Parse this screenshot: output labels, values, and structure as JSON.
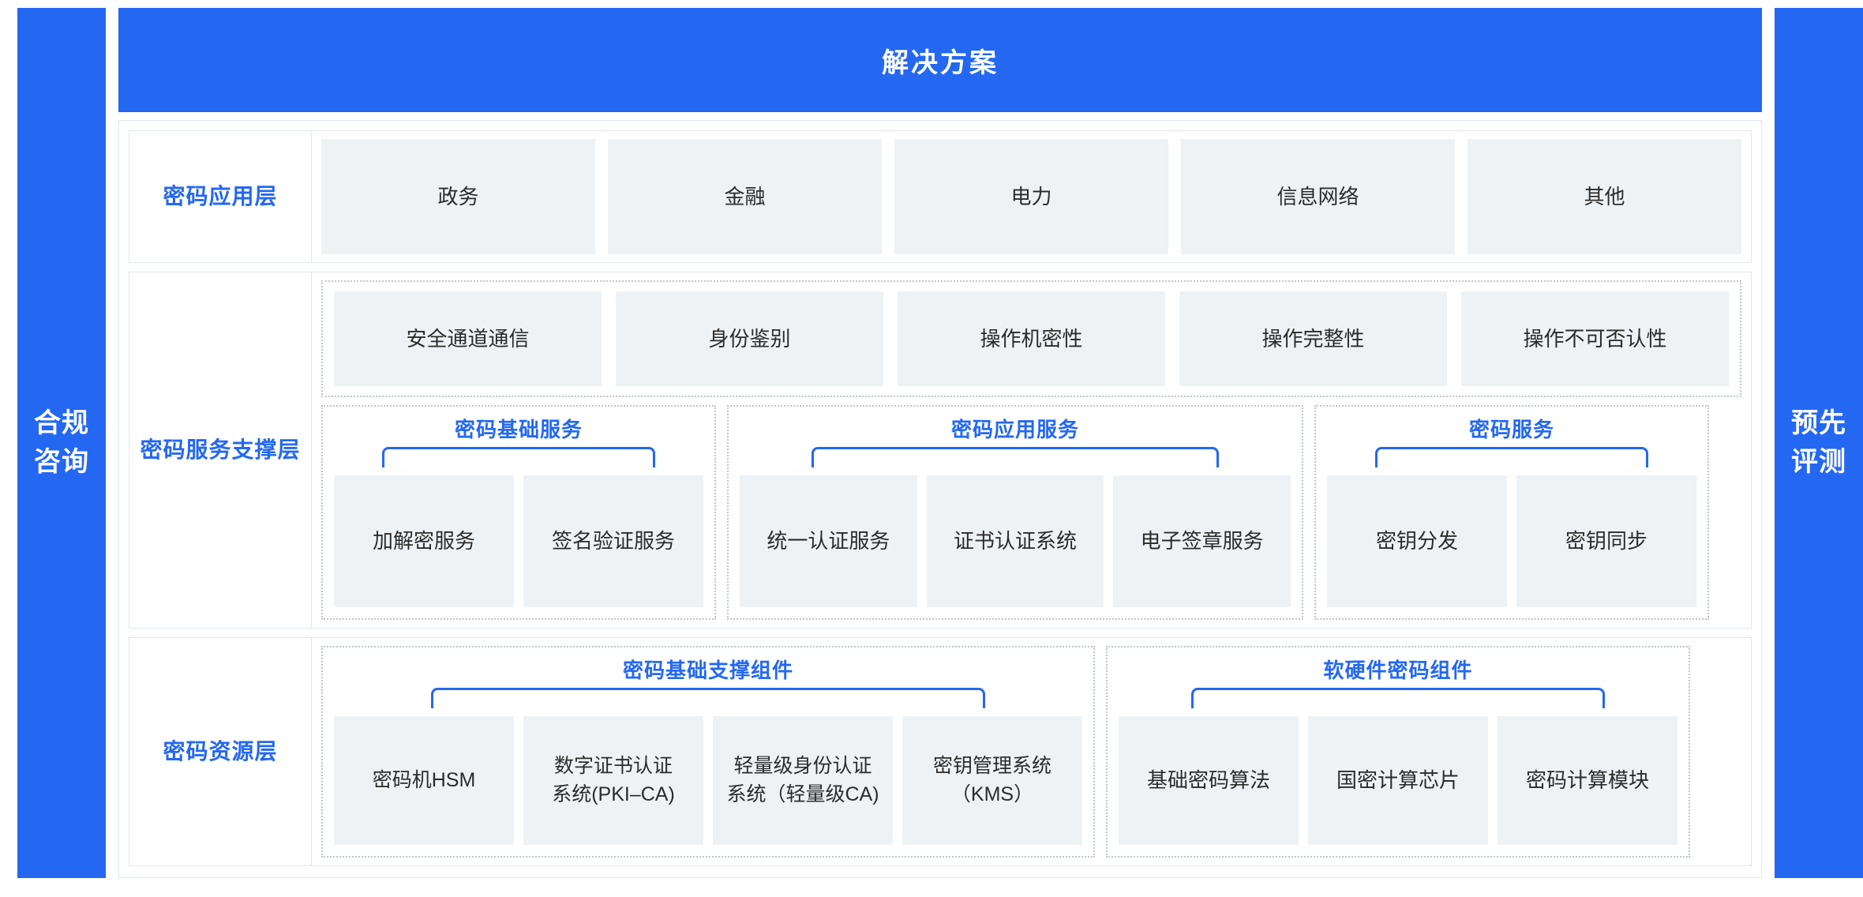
{
  "banner": {
    "title": "解决方案"
  },
  "pillars": {
    "left": {
      "lines": [
        "合规",
        "咨询"
      ]
    },
    "right": {
      "lines": [
        "预先",
        "评测"
      ]
    }
  },
  "layers": [
    {
      "id": "application-layer",
      "label": "密码应用层",
      "tiles": [
        "政务",
        "金融",
        "电力",
        "信息网络",
        "其他"
      ]
    },
    {
      "id": "service-support-layer",
      "label": "密码服务支撑层",
      "capabilities": [
        "安全通道通信",
        "身份鉴别",
        "操作机密性",
        "操作完整性",
        "操作不可否认性"
      ],
      "groups": [
        {
          "id": "basic-crypto-service",
          "title": "密码基础服务",
          "tiles": [
            "加解密服务",
            "签名验证服务"
          ]
        },
        {
          "id": "crypto-application-service",
          "title": "密码应用服务",
          "tiles": [
            "统一认证服务",
            "证书认证系统",
            "电子签章服务"
          ]
        },
        {
          "id": "crypto-service",
          "title": "密码服务",
          "tiles": [
            "密钥分发",
            "密钥同步"
          ]
        }
      ]
    },
    {
      "id": "resource-layer",
      "label": "密码资源层",
      "groups": [
        {
          "id": "crypto-base-components",
          "title": "密码基础支撑组件",
          "tiles": [
            "密码机HSM",
            "数字证书认证\n系统(PKI–CA)",
            "轻量级身份认证\n系统（轻量级CA)",
            "密钥管理系统\n（KMS）"
          ]
        },
        {
          "id": "soft-hard-crypto-components",
          "title": "软硬件密码组件",
          "tiles": [
            "基础密码算法",
            "国密计算芯片",
            "密码计算模块"
          ]
        }
      ]
    }
  ],
  "colors": {
    "brand_blue": "#2468F2",
    "tile_fill": "#EFF2F5",
    "panel_border": "#E2E7EC",
    "dotted_border": "#BFC5CC",
    "tile_text": "#2B2B2B"
  }
}
